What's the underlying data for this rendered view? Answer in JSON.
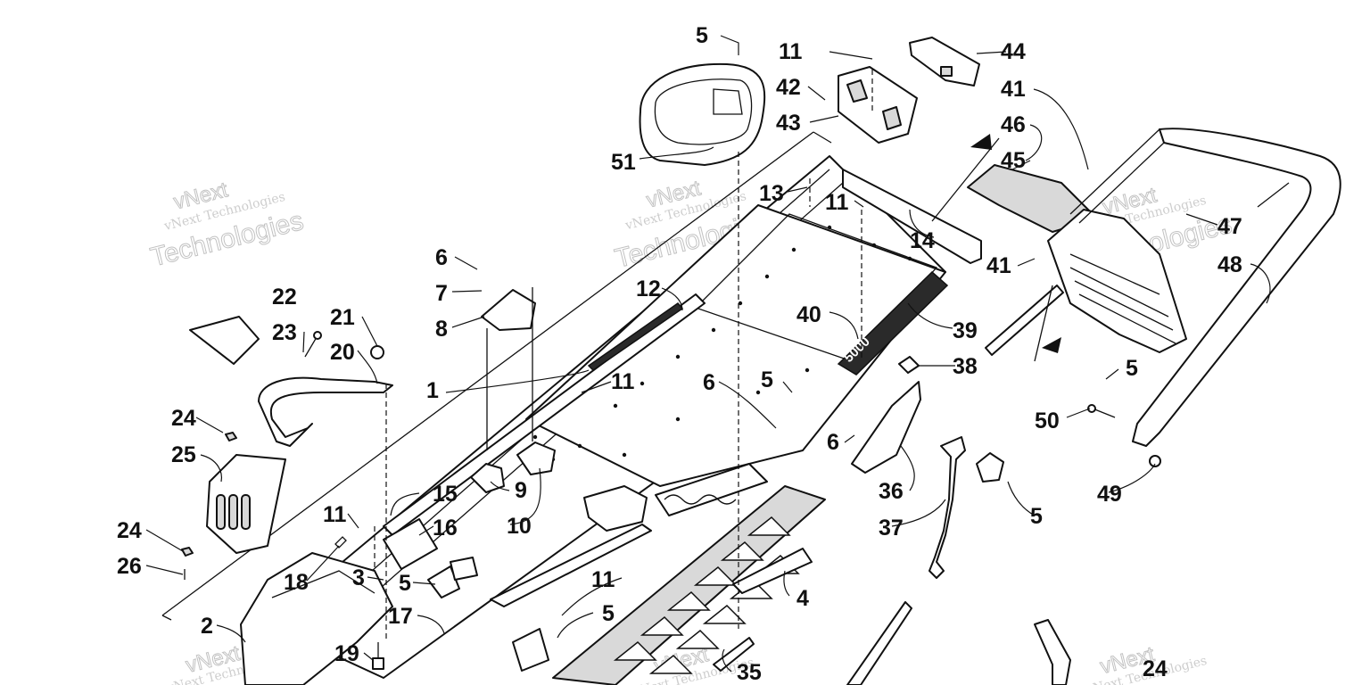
{
  "diagram": {
    "watermark_text": "vNext Technologies",
    "watermark_outline_text": "Technologies",
    "watermark_outline_text_short": "vNext",
    "callouts": {
      "c5a": "5",
      "c11a": "11",
      "c44": "44",
      "c42": "42",
      "c41a": "41",
      "c43": "43",
      "c46": "46",
      "c51": "51",
      "c45": "45",
      "c13": "13",
      "c11b": "11",
      "c47": "47",
      "c14": "14",
      "c48": "48",
      "c41b": "41",
      "c6a": "6",
      "c22": "22",
      "c7": "7",
      "c12": "12",
      "c21": "21",
      "c8": "8",
      "c40": "40",
      "c23": "23",
      "c39": "39",
      "c20": "20",
      "c38": "38",
      "c5b": "5",
      "c1": "1",
      "c11c": "11",
      "c6b": "6",
      "c5c": "5",
      "c24a": "24",
      "c50": "50",
      "c6c": "6",
      "c25": "25",
      "c49": "49",
      "c9": "9",
      "c36": "36",
      "c15": "15",
      "c11d": "11",
      "c5d": "5",
      "c16": "16",
      "c10": "10",
      "c37": "37",
      "c24b": "24",
      "c26": "26",
      "c3": "3",
      "c18": "18",
      "c11e": "11",
      "c5e": "5",
      "c4": "4",
      "c17": "17",
      "c2": "2",
      "c5f": "5",
      "c19": "19",
      "c35": "35",
      "c24c": "24"
    },
    "decal_text": "5000"
  }
}
